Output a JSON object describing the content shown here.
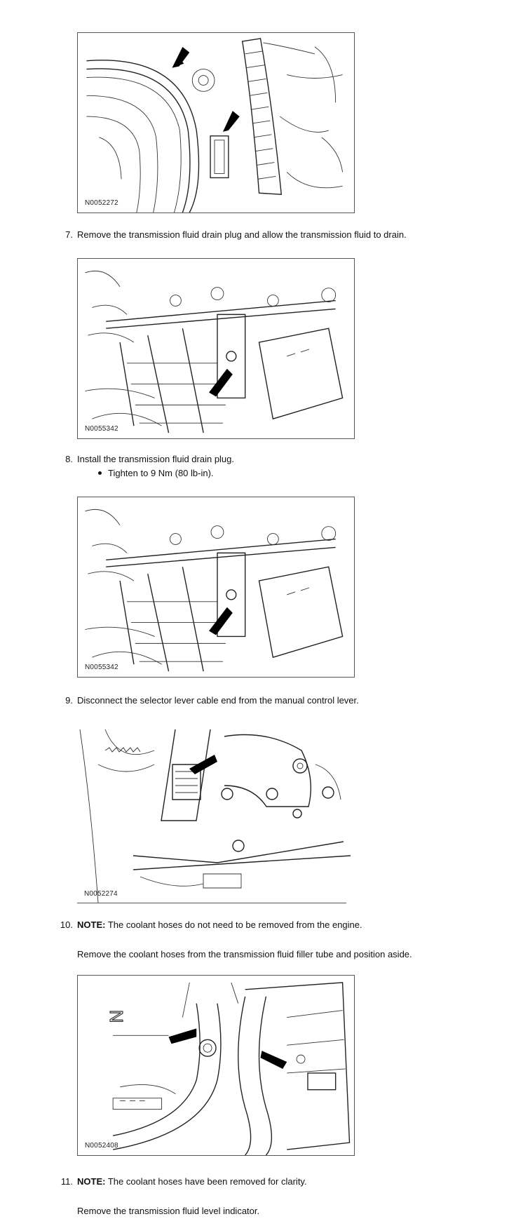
{
  "figures": [
    {
      "id": "N0052272"
    },
    {
      "id": "N0055342"
    },
    {
      "id": "N0055342"
    },
    {
      "id": "N0052274"
    },
    {
      "id": "N0052408"
    }
  ],
  "steps": [
    {
      "num": "7.",
      "text": "Remove the transmission fluid drain plug and allow the transmission fluid to drain."
    },
    {
      "num": "8.",
      "text": "Install the transmission fluid drain plug.",
      "bullets": [
        "Tighten to 9 Nm (80 lb-in)."
      ]
    },
    {
      "num": "9.",
      "text": "Disconnect the selector lever cable end from the manual control lever."
    },
    {
      "num": "10.",
      "note_label": "NOTE:",
      "note_text": " The coolant hoses do not need to be removed from the engine.",
      "text": "Remove the coolant hoses from the transmission fluid filler tube and position aside."
    },
    {
      "num": "11.",
      "note_label": "NOTE:",
      "note_text": " The coolant hoses have been removed for clarity.",
      "text": "Remove the transmission fluid level indicator."
    }
  ]
}
